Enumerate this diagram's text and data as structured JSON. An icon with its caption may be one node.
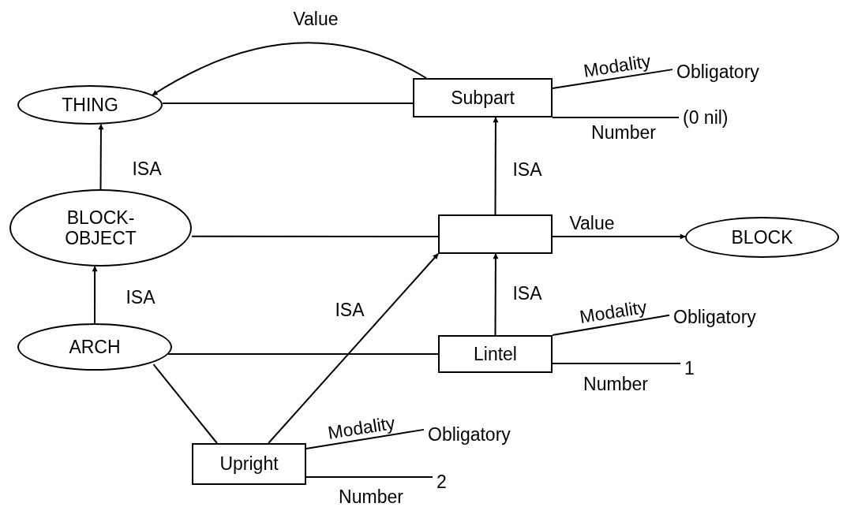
{
  "diagram": {
    "nodes": [
      {
        "text": [
          "THING"
        ]
      },
      {
        "text": [
          "Subpart"
        ]
      },
      {
        "text": [
          "Obligatory"
        ]
      },
      {
        "text": [
          "(0 nil)"
        ]
      },
      {
        "text": [
          "BLOCK-OBJECT"
        ]
      },
      {
        "text": [],
        "shape": "box"
      },
      {
        "text": [
          "BLOCK"
        ]
      },
      {
        "text": [
          "ARCH"
        ]
      },
      {
        "text": [
          "Lintel"
        ]
      },
      {
        "text": [
          "Obligatory"
        ]
      },
      {
        "text": [
          "1"
        ]
      },
      {
        "text": [
          "Upright"
        ]
      },
      {
        "text": [
          "Obligatory"
        ]
      },
      {
        "text": [
          "2"
        ]
      }
    ],
    "edges": [
      {
        "from": 1,
        "to": 0,
        "arrow": "to",
        "label": "Value"
      },
      {
        "from": 0,
        "to": 1,
        "arrow": "none"
      },
      {
        "from": 1,
        "to": 2,
        "arrow": "none",
        "label": "Modality"
      },
      {
        "from": 1,
        "to": 3,
        "arrow": "none",
        "label": "Number"
      },
      {
        "from": 4,
        "to": 0,
        "arrow": "to",
        "label": "ISA"
      },
      {
        "from": 5,
        "to": 1,
        "arrow": "to",
        "label": "ISA"
      },
      {
        "from": 4,
        "to": 5,
        "arrow": "none"
      },
      {
        "from": 5,
        "to": 6,
        "arrow": "to",
        "label": "Value"
      },
      {
        "from": 7,
        "to": 4,
        "arrow": "to",
        "label": "ISA"
      },
      {
        "from": 8,
        "to": 5,
        "arrow": "to",
        "label": "ISA"
      },
      {
        "from": 7,
        "to": 8,
        "arrow": "none"
      },
      {
        "from": 8,
        "to": 9,
        "arrow": "none",
        "label": "Modality"
      },
      {
        "from": 8,
        "to": 10,
        "arrow": "none",
        "label": "Number"
      },
      {
        "from": 7,
        "to": 11,
        "arrow": "none"
      },
      {
        "from": 11,
        "to": 5,
        "arrow": "to",
        "label": "ISA"
      },
      {
        "from": 11,
        "to": 12,
        "arrow": "none",
        "label": "Modality"
      },
      {
        "from": 11,
        "to": 13,
        "arrow": "none",
        "label": "Number"
      }
    ]
  }
}
